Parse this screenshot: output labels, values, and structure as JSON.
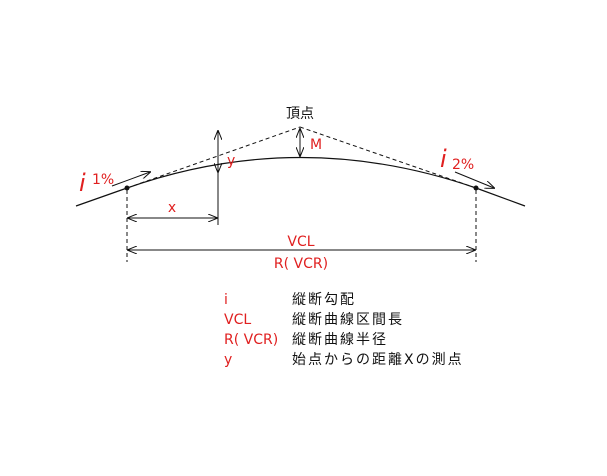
{
  "labels": {
    "apex": "頂点",
    "m": "M",
    "y": "y",
    "x": "x",
    "vcl": "VCL",
    "vcr": "R( VCR)",
    "i1_letter": "i",
    "i1_sub": "1%",
    "i2_letter": "i",
    "i2_sub": "2%"
  },
  "legend": [
    {
      "symbol": "i",
      "description": "縦断勾配"
    },
    {
      "symbol": "VCL",
      "description": "縦断曲線区間長"
    },
    {
      "symbol": "R( VCR)",
      "description": "縦断曲線半径"
    },
    {
      "symbol": "y",
      "description": "始点からの距離Xの測点"
    }
  ],
  "colors": {
    "label_red": "#e02020",
    "line_black": "#111111"
  }
}
